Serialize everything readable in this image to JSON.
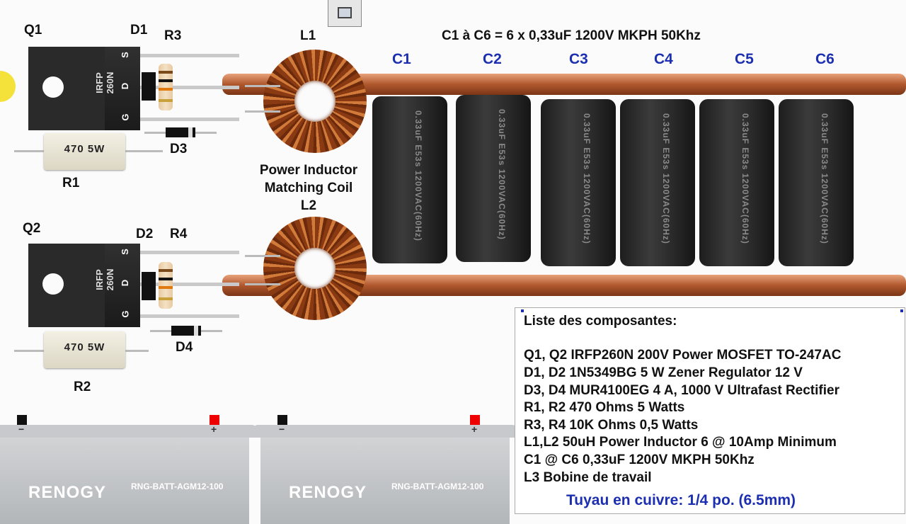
{
  "title": "C1 à C6 = 6 x 0,33uF 1200V MKPH 50Khz",
  "labels": {
    "q1": "Q1",
    "d1": "D1",
    "r3": "R3",
    "d3": "D3",
    "r1": "R1",
    "q2": "Q2",
    "d2": "D2",
    "r4": "R4",
    "d4": "D4",
    "r2": "R2",
    "l1": "L1",
    "l2": "L2"
  },
  "mosfet": {
    "part_line1": "IRFP",
    "part_line2": "260N",
    "pin_s": "S",
    "pin_d": "D",
    "pin_g": "G"
  },
  "resistor_value": "470  5W",
  "inductor_caption": {
    "line1": "Power Inductor",
    "line2": "Matching Coil"
  },
  "capacitors": [
    "C1",
    "C2",
    "C3",
    "C4",
    "C5",
    "C6"
  ],
  "capacitor_marking": "0.33uF E53s 1200VAC(60Hz)",
  "battery": {
    "brand": "RENOGY",
    "model": "RNG-BATT-AGM12-100",
    "neg": "−",
    "pos": "+"
  },
  "legend": {
    "heading": "Liste des composantes:",
    "items": [
      "Q1, Q2 IRFP260N  200V Power MOSFET TO-247AC",
      "D1, D2 1N5349BG  5 W Zener Regulator 12 V",
      "D3, D4  MUR4100EG  4 A, 1000 V Ultrafast Rectifier",
      "R1, R2  470 Ohms 5 Watts",
      "R3, R4  10K Ohms 0,5 Watts",
      "L1,L2  50uH Power Inductor 6 @ 10Amp Minimum",
      "C1 @ C6  0,33uF 1200V MKPH 50Khz",
      "L3 Bobine de travail"
    ],
    "pipe": "Tuyau en cuivre: 1/4 po. (6.5mm)"
  },
  "colors": {
    "accent_blue": "#1b2fb0",
    "copper": "#b0582e",
    "pos_terminal": "#e00000"
  }
}
